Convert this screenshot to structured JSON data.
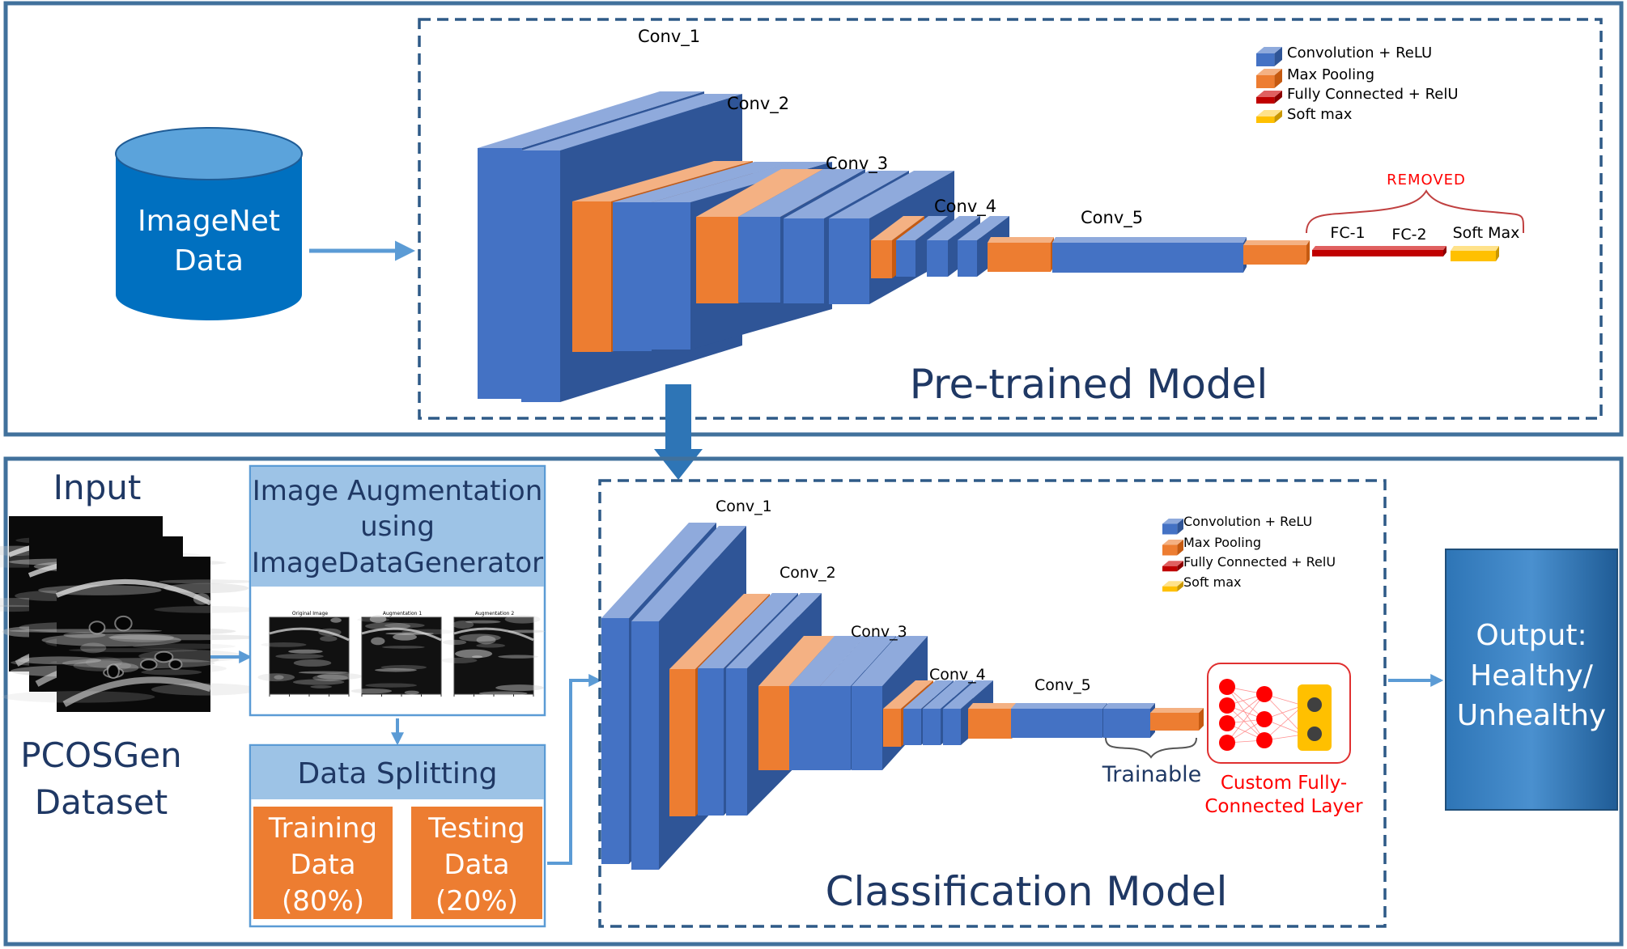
{
  "colors": {
    "frame": "#41719c",
    "dashed": "#2e5a87",
    "conv_front": "#4472c4",
    "conv_side": "#2f5597",
    "conv_top": "#8faadc",
    "pool_front": "#ed7d31",
    "pool_side": "#c55a11",
    "pool_top": "#f4b183",
    "fc": "#c00000",
    "softmax": "#ffc000",
    "db_fill": "#0070c0",
    "panel_header": "#9dc3e6",
    "orange_box": "#ed7d31",
    "output_box": "#2e75b6",
    "title_navy": "#1f3864",
    "red_text": "#ff0000",
    "arrow": "#5b9bd5"
  },
  "top": {
    "database": {
      "line1": "ImageNet",
      "line2": "Data",
      "icon": "database-cylinder-icon"
    },
    "model_title": "Pre-trained Model",
    "layer_labels": [
      "Conv_1",
      "Conv_2",
      "Conv_3",
      "Conv_4",
      "Conv_5"
    ],
    "fc_labels": [
      "FC-1",
      "FC-2",
      "Soft Max"
    ],
    "removed_label": "REMOVED",
    "legend": [
      "Convolution + ReLU",
      "Max Pooling",
      "Fully Connected + RelU",
      "Soft max"
    ]
  },
  "bottom": {
    "input_label": "Input",
    "dataset_line1": "PCOSGen",
    "dataset_line2": "Dataset",
    "augmentation": {
      "line1": "Image Augmentation",
      "line2": "using",
      "line3": "ImageDataGenerator",
      "thumb_titles": [
        "Original Image",
        "Augmentation 1",
        "Augmentation 2"
      ]
    },
    "splitting": {
      "title": "Data Splitting",
      "training": [
        "Training",
        "Data",
        "(80%)"
      ],
      "testing": [
        "Testing",
        "Data",
        "(20%)"
      ]
    },
    "model_title": "Classification Model",
    "layer_labels": [
      "Conv_1",
      "Conv_2",
      "Conv_3",
      "Conv_4",
      "Conv_5"
    ],
    "legend": [
      "Convolution + ReLU",
      "Max Pooling",
      "Fully Connected + RelU",
      "Soft max"
    ],
    "trainable_label": "Trainable",
    "custom_fc_line1": "Custom Fully-",
    "custom_fc_line2": "Connected Layer",
    "output": {
      "line1": "Output:",
      "line2": "Healthy/",
      "line3": "Unhealthy"
    }
  }
}
